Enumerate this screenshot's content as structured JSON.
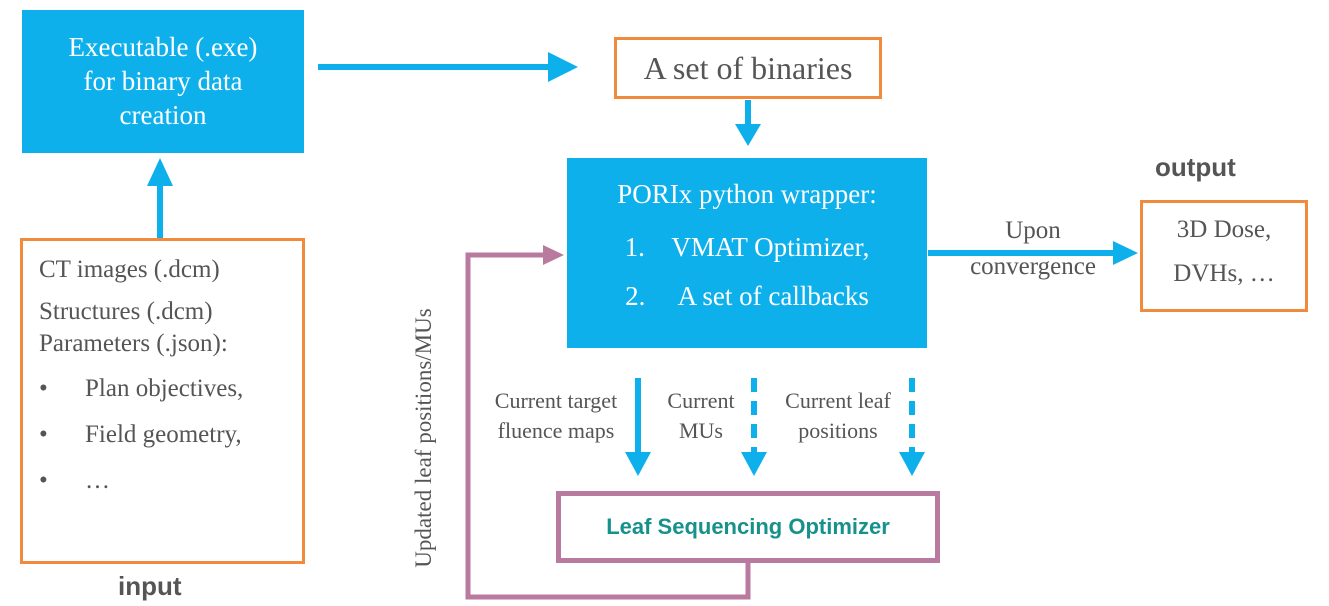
{
  "colors": {
    "blue": "#0eb0ec",
    "orange": "#f08a3c",
    "purple": "#b87a9e",
    "teal": "#16918c",
    "text": "#555555"
  },
  "exe_box": {
    "lines": [
      "Executable (.exe)",
      "for binary data",
      "creation"
    ]
  },
  "binaries_box": {
    "label": "A set of binaries"
  },
  "wrapper_box": {
    "title": "PORIx python wrapper:",
    "items": [
      "1.    VMAT Optimizer,",
      "2.     A set of callbacks"
    ]
  },
  "input_box": {
    "line1": "CT images (.dcm)",
    "line2": "Structures (.dcm)",
    "line3": "Parameters (.json):",
    "bullets": [
      "Plan objectives,",
      "Field geometry,",
      "…"
    ],
    "bullet_char": "•"
  },
  "input_label": "input",
  "output_label": "output",
  "output_box": {
    "lines": [
      "3D Dose,",
      "DVHs, …"
    ]
  },
  "convergence_label": {
    "lines": [
      "Upon",
      "convergence"
    ]
  },
  "feedback_label": "Updated leaf positions/MUs",
  "arrow_labels": {
    "target": [
      "Current target",
      "fluence maps"
    ],
    "mus": [
      "Current",
      "MUs"
    ],
    "leaf": [
      "Current leaf",
      "positions"
    ]
  },
  "leaf_seq_box": {
    "label": "Leaf Sequencing Optimizer"
  }
}
